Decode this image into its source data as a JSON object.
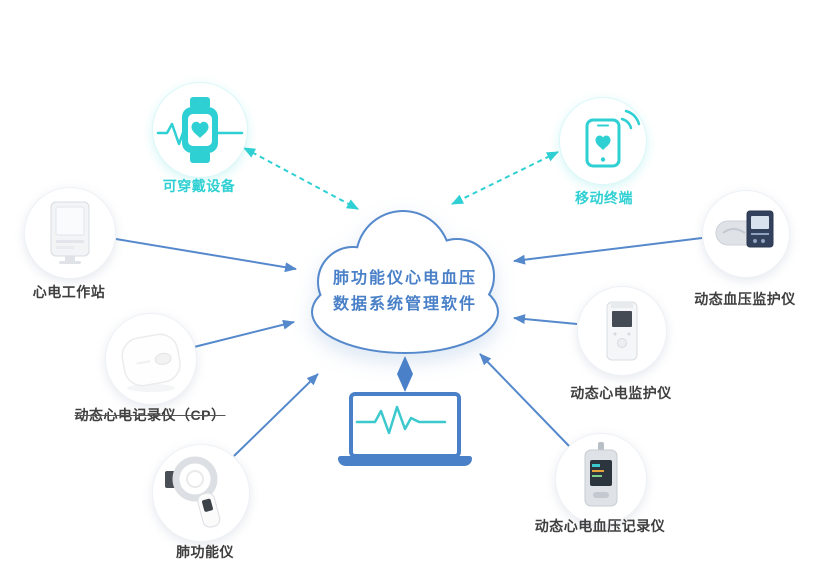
{
  "colors": {
    "teal": "#2fd0d3",
    "blue": "#4a80c8",
    "label": "#3f3f3f"
  },
  "cloud": {
    "line1": "肺功能仪心电血压",
    "line2": "数据系统管理软件"
  },
  "nodes": {
    "wearable": {
      "label": "可穿戴设备"
    },
    "mobile": {
      "label": "移动终端"
    },
    "workstation": {
      "label": "心电工作站"
    },
    "cpRecorder": {
      "label": "动态心电记录仪（CP）"
    },
    "spirometer": {
      "label": "肺功能仪"
    },
    "bpMonitor": {
      "label": "动态血压监护仪"
    },
    "ecgMonitor": {
      "label": "动态心电监护仪"
    },
    "ecgBpRecorder": {
      "label": "动态心电血压记录仪"
    }
  }
}
